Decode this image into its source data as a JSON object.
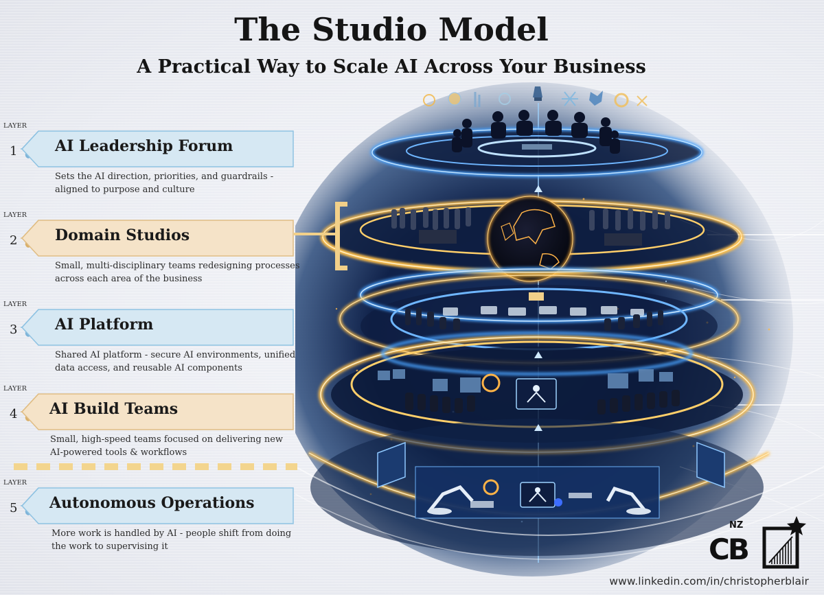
{
  "header": {
    "title": "The Studio Model",
    "subtitle": "A Practical Way to Scale AI Across Your Business"
  },
  "layers": [
    {
      "tag": "LAYER",
      "number": "1",
      "title": "AI Leadership Forum",
      "description": "Sets the AI direction, priorities, and guardrails - aligned to purpose and culture",
      "theme": "blue"
    },
    {
      "tag": "LAYER",
      "number": "2",
      "title": "Domain Studios",
      "description": "Small, multi-disciplinary teams redesigning processes across each area of the business",
      "theme": "gold"
    },
    {
      "tag": "LAYER",
      "number": "3",
      "title": "AI Platform",
      "description": "Shared AI platform - secure AI environments, unified data access, and reusable AI components",
      "theme": "blue"
    },
    {
      "tag": "LAYER",
      "number": "4",
      "title": "AI Build Teams",
      "description": "Small, high-speed teams focused on delivering new AI-powered tools & workflows",
      "theme": "gold"
    },
    {
      "tag": "LAYER",
      "number": "5",
      "title": "Autonomous Operations",
      "description": "More work is handled by AI - people shift from doing the work to supervising it",
      "theme": "blue"
    }
  ],
  "illustration": {
    "description": "Stacked glowing rings representing the five layers: leadership round table at top, globe with domain studio teams, AI platform workstations, build teams, and robotic autonomous operations at the base",
    "icons": [
      "target-icon",
      "compass-icon",
      "tools-icon",
      "gear-icon",
      "lightbulb-icon",
      "network-icon",
      "leaf-icon",
      "sun-icon",
      "spark-icon"
    ]
  },
  "colors": {
    "blue_banner": "#d6e8f3",
    "blue_border": "#8ec2e2",
    "gold_banner": "#f5e3c8",
    "gold_border": "#e0bd84",
    "accent_gold": "#f2d089",
    "ring_blue": "#4aa3ff",
    "ring_gold": "#ffbf4a",
    "scene_dark": "#0d1a3a"
  },
  "footer": {
    "logo_letters": "CB",
    "logo_superscript": "NZ",
    "linkedin_url": "www.linkedin.com/in/christopherblair"
  }
}
